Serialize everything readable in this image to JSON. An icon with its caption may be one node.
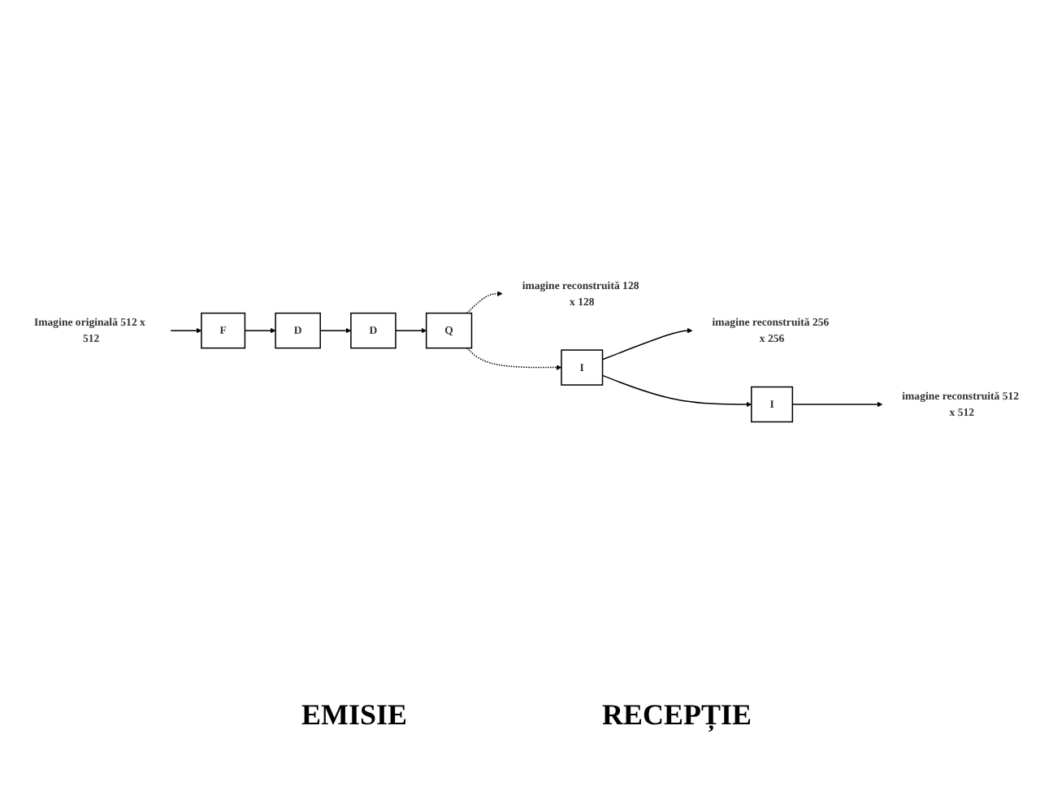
{
  "diagram": {
    "nodes": [
      {
        "text": [
          "Imagine originală 512 x 512"
        ]
      },
      {
        "text": [
          "F"
        ]
      },
      {
        "text": [
          "D"
        ]
      },
      {
        "text": [
          "D"
        ]
      },
      {
        "text": [
          "Q"
        ]
      },
      {
        "text": [
          "imagine reconstruită 128 x 128"
        ]
      },
      {
        "text": [
          "I"
        ]
      },
      {
        "text": [
          "imagine reconstruită 256 x 256"
        ]
      },
      {
        "text": [
          "I"
        ]
      },
      {
        "text": [
          "imagine reconstruită 512 x 512"
        ]
      }
    ],
    "edges": [
      {
        "from": 0,
        "to": 1,
        "arrow": "to"
      },
      {
        "from": 1,
        "to": 2,
        "arrow": "to"
      },
      {
        "from": 2,
        "to": 3,
        "arrow": "to"
      },
      {
        "from": 3,
        "to": 4,
        "arrow": "to"
      },
      {
        "from": 4,
        "to": 5,
        "arrow": "to",
        "style": "dashed"
      },
      {
        "from": 4,
        "to": 6,
        "arrow": "to",
        "style": "dashed"
      },
      {
        "from": 6,
        "to": 7,
        "arrow": "to"
      },
      {
        "from": 6,
        "to": 8,
        "arrow": "to"
      },
      {
        "from": 8,
        "to": 9,
        "arrow": "to"
      }
    ],
    "labels": [
      "EMISIE",
      "RECEPȚIE"
    ]
  }
}
